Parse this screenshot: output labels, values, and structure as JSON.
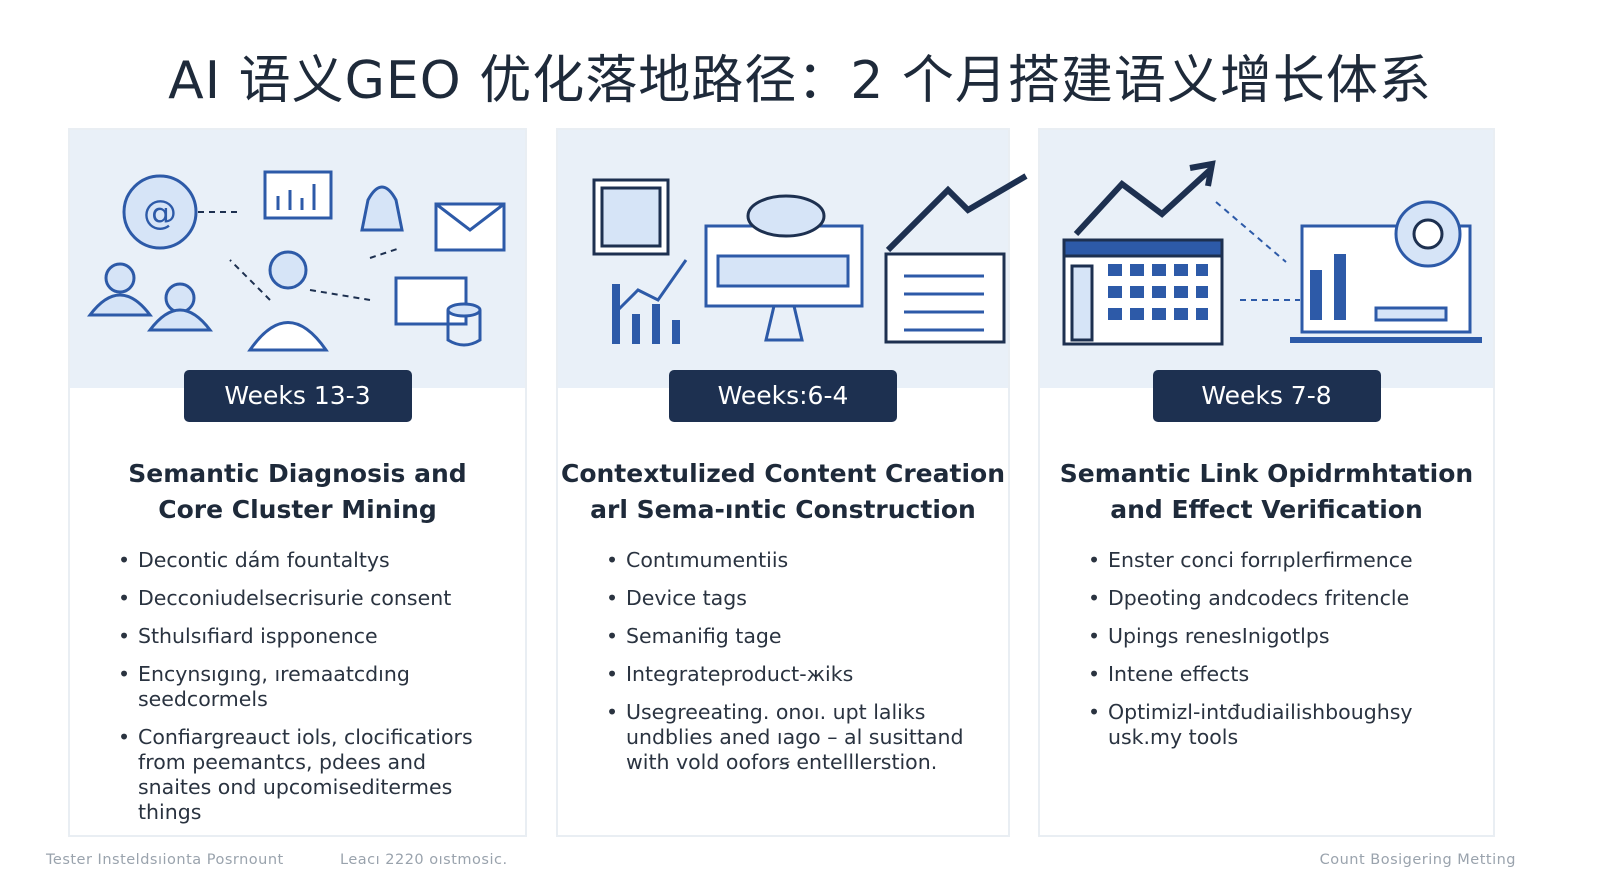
{
  "title": "AI 语义GEO 优化落地路径：2 个月搭建语义增长体系",
  "colors": {
    "navy": "#1d3050",
    "accent_blue": "#3a6fc4",
    "panel_bg": "#e9f0f8"
  },
  "cards": [
    {
      "badge": "Weeks 13-3",
      "heading": [
        "Semantic Diagnosis and",
        "Core Cluster Mining"
      ],
      "icons": [
        "at-sign-icon",
        "bar-chart-icon",
        "bell-icon",
        "envelope-icon",
        "users-icon",
        "person-icon",
        "database-icon"
      ],
      "bullets": [
        "Decontic dám fountaltys",
        "Decconiudelsecrisurie consent",
        "Sthulsıfiard ispponence",
        "Encynsıgıng, ıremaatcdıng seedcormels",
        "Confiargreauct iols, clocificatiors from peemantcs, pdees and snaites ond upcomiseditermes things"
      ]
    },
    {
      "badge": "Weeks:6-4",
      "heading": [
        "Contextulized Content Creation",
        "arl Sema-ıntic Construction"
      ],
      "icons": [
        "calendar-icon",
        "monitor-icon",
        "growth-chart-icon",
        "document-icon"
      ],
      "bullets": [
        "Contımumentiis",
        "Device tags",
        "Semanifig tage",
        "Integrateproduct-жiks",
        "Usegreeating. onoı. upt laliks undblies aned ıago – al susittand with vold ooforꞩ entelllerstion."
      ]
    },
    {
      "badge": "Weeks 7-8",
      "heading": [
        "Semantic Link Opidrmhtation",
        "and Effect Verification"
      ],
      "icons": [
        "trend-arrow-icon",
        "calendar-grid-icon",
        "laptop-dashboard-icon"
      ],
      "bullets": [
        "Enster conci forrıplerfirmence",
        "Dpeoting andcodecs fritencle",
        "Upings renesInigotlps",
        "Intene effects",
        "Optimizl-intđudiailishboughsy usk.my tools"
      ]
    }
  ],
  "footer": {
    "left_1": "Tester Insteldsıionta Posrnount",
    "left_2": "Leacı 2220 oıstmosic.",
    "right": "Count Bosigering Metting"
  }
}
